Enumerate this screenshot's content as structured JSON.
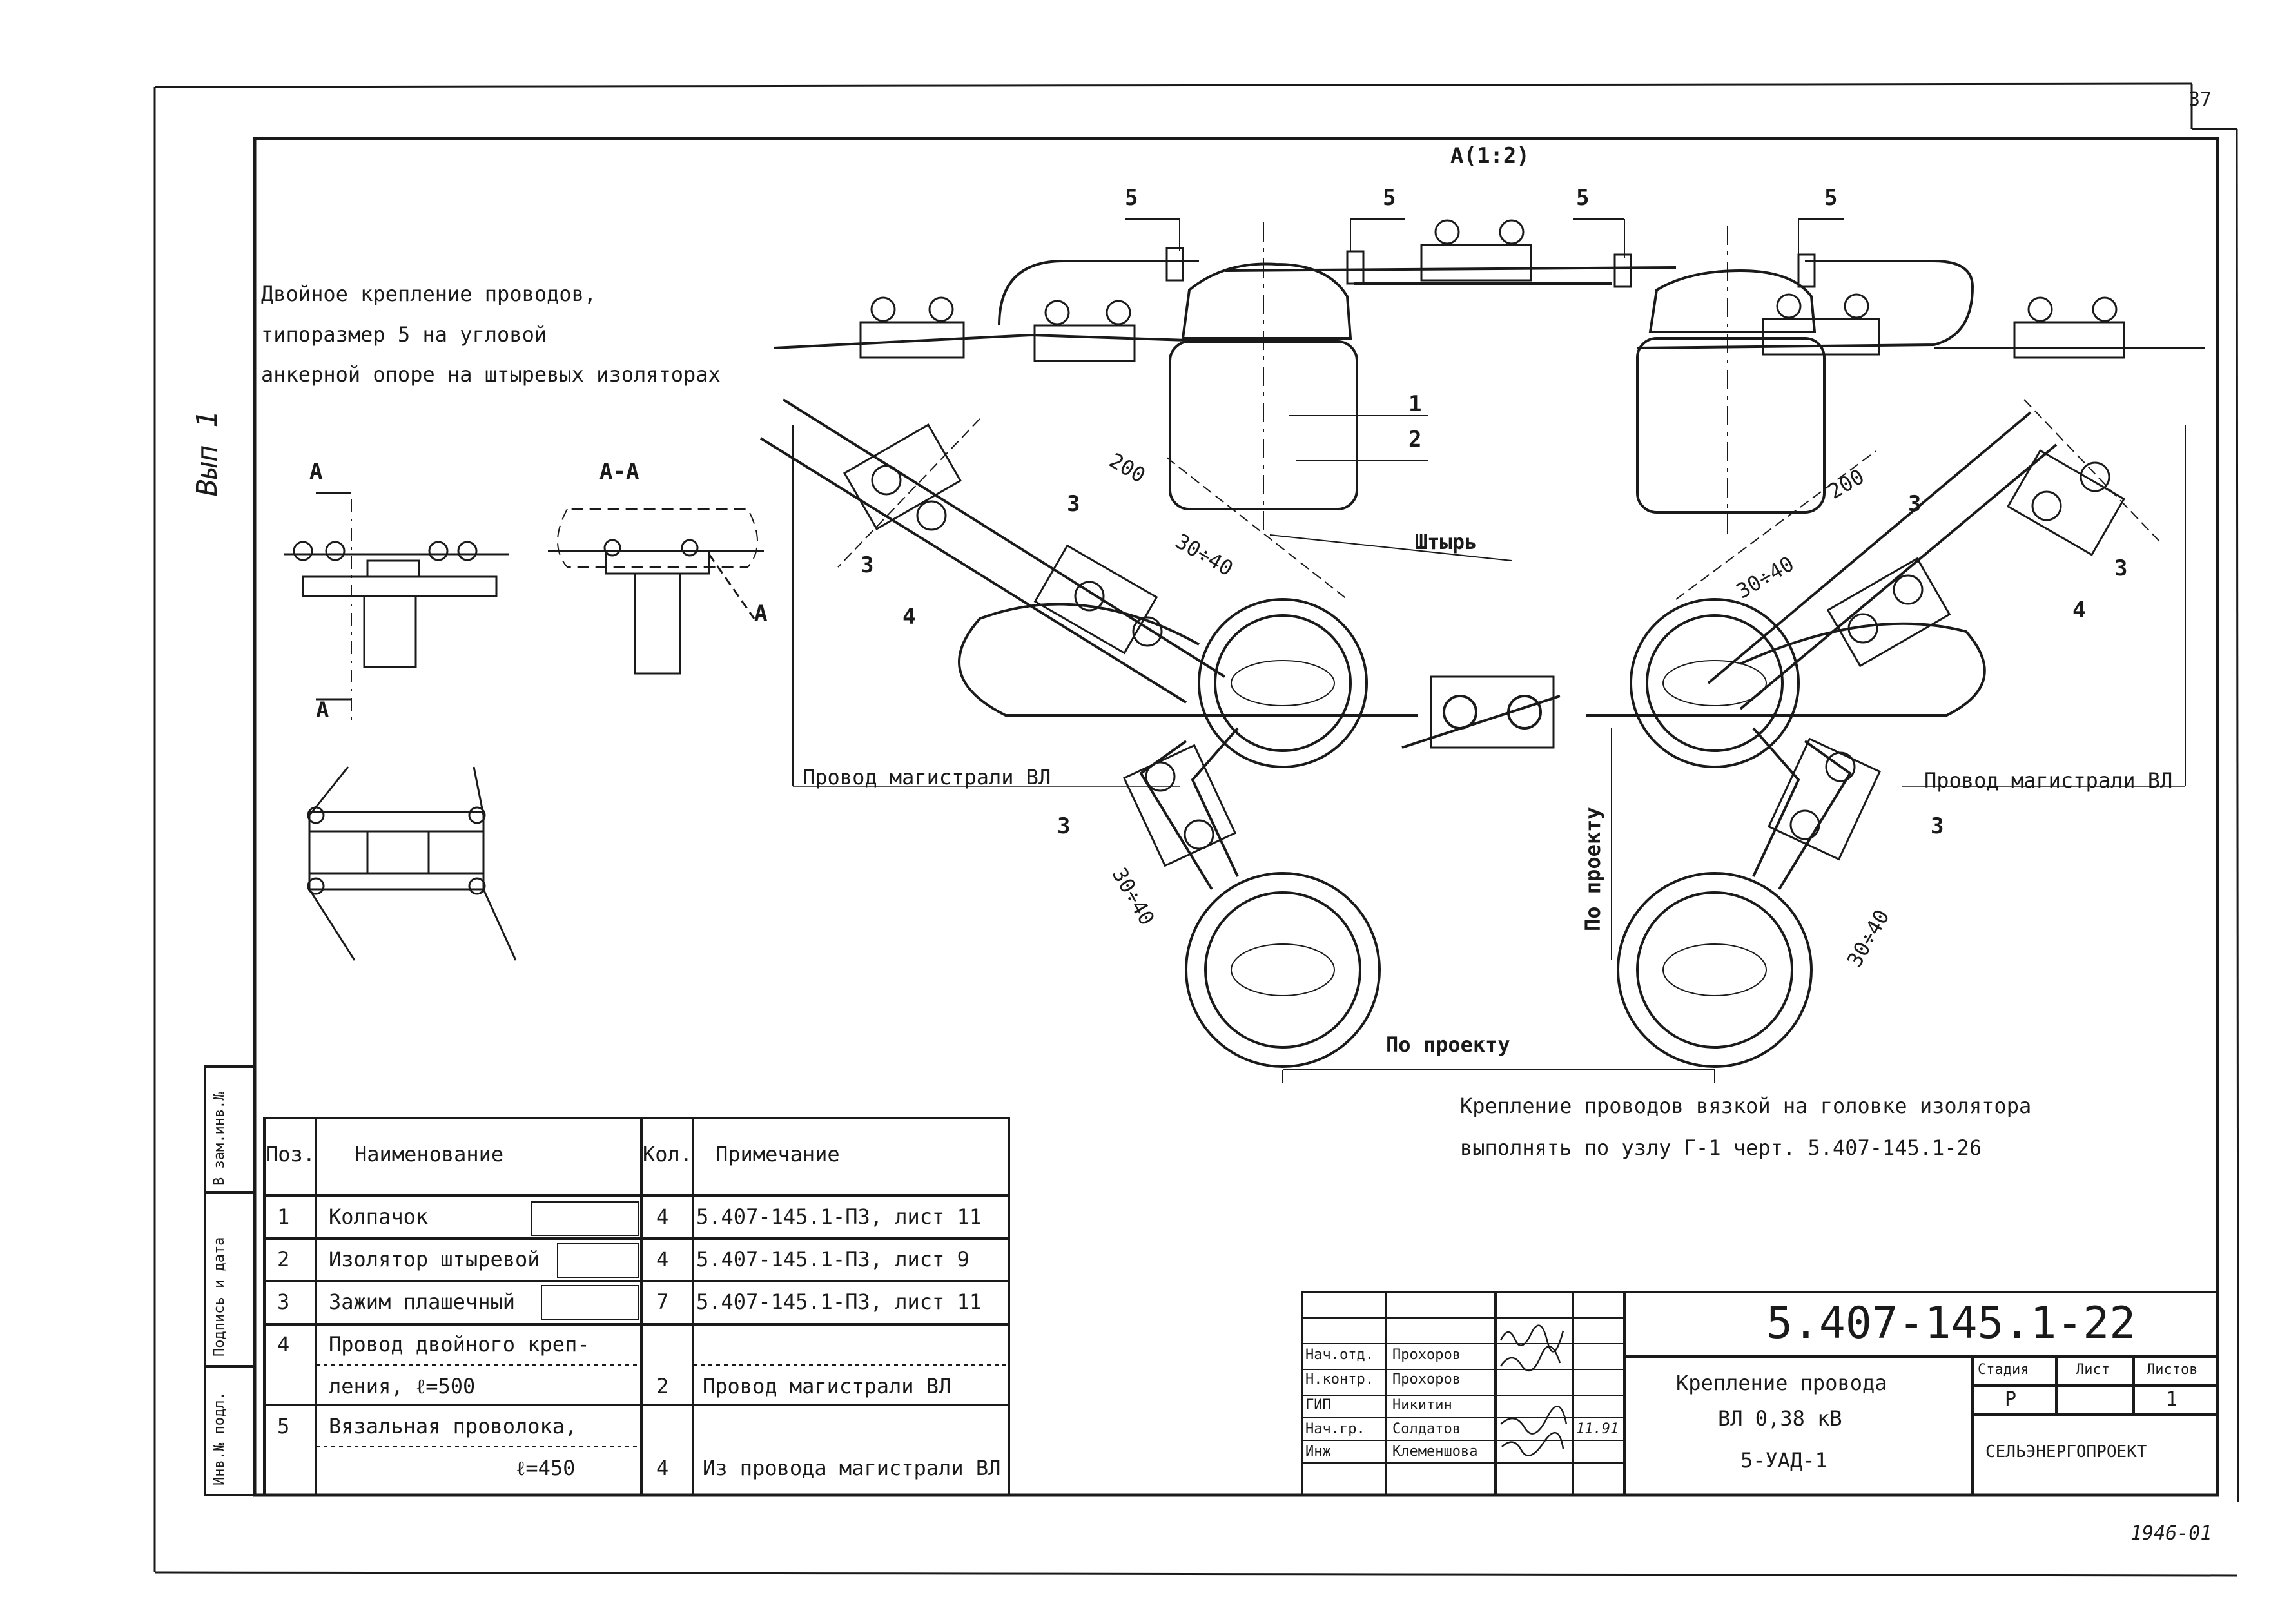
{
  "page_number": "37",
  "bottom_note": "1946-01",
  "side_stamp": "Вып 1",
  "view_title": "А(1:2)",
  "description_lines": [
    "Двойное крепление проводов,",
    "типоразмер 5 на угловой",
    "анкерной опоре на штыревых изоляторах"
  ],
  "section_labels": {
    "a_left_top": "А",
    "a_left_bottom": "А",
    "a_section": "А-А",
    "a_right": "А"
  },
  "callouts": {
    "pos5": "5",
    "pos1": "1",
    "pos2": "2",
    "pos3": "3",
    "pos4": "4",
    "pin": "Штырь",
    "dim200": "200",
    "dim30_40": "30÷40",
    "wire_left": "Провод магистрали ВЛ",
    "wire_right": "Провод магистрали ВЛ",
    "by_project_h": "По проекту",
    "by_project_v": "По проекту"
  },
  "note_lines": [
    "Крепление проводов вязкой на головке изолятора",
    "выполнять по узлу Г-1 черт. 5.407-145.1-26"
  ],
  "margin_labels": [
    "В зам.инв.№",
    "Подпись и дата",
    "Инв.№ подл."
  ],
  "spec": {
    "headers": {
      "pos": "Поз.",
      "name": "Наименование",
      "qty": "Кол.",
      "note": "Примечание"
    },
    "rows": [
      {
        "pos": "1",
        "name": "Колпачок",
        "qty": "4",
        "note": "5.407-145.1-ПЗ, лист 11"
      },
      {
        "pos": "2",
        "name": "Изолятор штыревой",
        "qty": "4",
        "note": "5.407-145.1-ПЗ, лист 9"
      },
      {
        "pos": "3",
        "name": "Зажим плашечный",
        "qty": "7",
        "note": "5.407-145.1-ПЗ, лист 11"
      },
      {
        "pos": "4",
        "name": "Провод двойного креп-",
        "name2": "ления, ℓ=500",
        "qty": "2",
        "note": "Провод магистрали ВЛ"
      },
      {
        "pos": "5",
        "name": "Вязальная проволока,",
        "name2": "ℓ=450",
        "qty": "4",
        "note": "Из провода магистрали ВЛ"
      }
    ]
  },
  "title_block": {
    "doc_number": "5.407-145.1-22",
    "title_lines": [
      "Крепление провода",
      "ВЛ 0,38 кВ",
      "5-УАД-1"
    ],
    "stage_header": "Стадия",
    "sheet_header": "Лист",
    "sheets_header": "Листов",
    "stage": "Р",
    "sheets": "1",
    "organization": "СЕЛЬЭНЕРГОПРОЕКТ",
    "roles": [
      {
        "role": "Нач.отд.",
        "name": "Прохоров"
      },
      {
        "role": "Н.контр.",
        "name": "Прохоров"
      },
      {
        "role": "ГИП",
        "name": "Никитин"
      },
      {
        "role": "Нач.гр.",
        "name": "Солдатов"
      },
      {
        "role": "Инж",
        "name": "Клеменшова"
      }
    ],
    "date": "11.91"
  }
}
